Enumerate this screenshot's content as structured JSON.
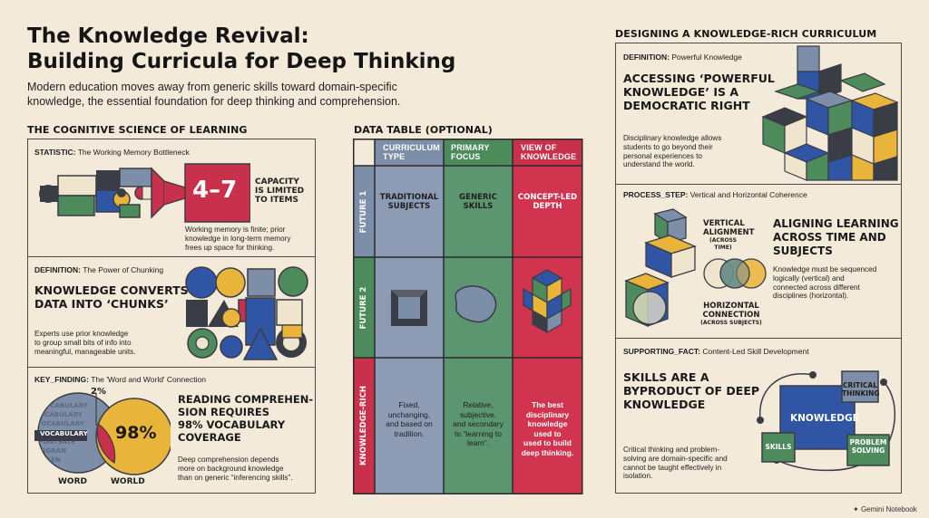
{
  "header": {
    "title_line1": "The Knowledge Revival:",
    "title_line2": "Building Curricula for Deep Thinking",
    "subtitle": "Modern education moves away from generic skills toward domain-specific knowledge, the essential foundation for deep thinking and comprehension."
  },
  "left": {
    "section_title": "THE COGNITIVE SCIENCE OF LEARNING",
    "statistic": {
      "tag": "STATISTIC:",
      "label": "The Working Memory Bottleneck",
      "number": "4–7",
      "capacity_l1": "CAPACITY",
      "capacity_l2": "IS LIMITED",
      "capacity_l3": "TO ITEMS",
      "body_l1": "Working memory is finite; prior",
      "body_l2": "knowledge in long-term memory",
      "body_l3": "frees up space for thinking."
    },
    "definition": {
      "tag": "DEFINITION:",
      "label": "The Power of Chunking",
      "head_l1": "KNOWLEDGE CONVERTS",
      "head_l2": "DATA INTO ‘CHUNKS’",
      "body_l1": "Experts use prior knowledge",
      "body_l2": "to group small bits of info into",
      "body_l3": "meaningful, manageable units."
    },
    "key_finding": {
      "tag": "KEY_FINDING:",
      "label": "The 'Word and World' Connection",
      "pct_small": "2%",
      "pct_big": "98%",
      "vocab_word": "VOCABULARY",
      "word_label": "WORD",
      "world_label": "WORLD",
      "head_l1": "READING COMPREHEN-",
      "head_l2": "SION REQUIRES",
      "head_l3": "98% VOCABULARY",
      "head_l4": "COVERAGE",
      "body_l1": "Deep comprehension depends",
      "body_l2": "more on background knowledge",
      "body_l3": "than on generic “inferencing skills”."
    }
  },
  "middle": {
    "section_title": "DATA TABLE (OPTIONAL)",
    "columns": [
      {
        "l1": "CURRICULUM",
        "l2": "TYPE"
      },
      {
        "l1": "PRIMARY",
        "l2": "FOCUS"
      },
      {
        "l1": "VIEW OF",
        "l2": "KNOWLEDGE"
      }
    ],
    "rows": [
      {
        "label": "FUTURE 1",
        "c1_l1": "TRADITIONAL",
        "c1_l2": "SUBJECTS",
        "c2_l1": "GENERIC",
        "c2_l2": "SKILLS",
        "c3_l1": "CONCEPT-LED",
        "c3_l2": "DEPTH"
      },
      {
        "label": "FUTURE 2"
      },
      {
        "label": "KNOWLEDGE-RICH"
      }
    ],
    "row3": {
      "c1": [
        "Fixed,",
        "unchanging,",
        "and based on",
        "tradition."
      ],
      "c2": [
        "Relative,",
        "subjective,",
        "and secondary",
        "to “learning to",
        "learn”."
      ],
      "c3": [
        "The best",
        "disciplinary",
        "knowledge",
        "used to",
        "used to build",
        "deep thinking."
      ]
    }
  },
  "right": {
    "section_title": "DESIGNING A KNOWLEDGE-RICH CURRICULUM",
    "definition": {
      "tag": "DEFINITION:",
      "label": "Powerful Knowledge",
      "head_l1": "ACCESSING ‘POWERFUL",
      "head_l2": "KNOWLEDGE’ IS A",
      "head_l3": "DEMOCRATIC RIGHT",
      "body_l1": "Disciplinary knowledge allows",
      "body_l2": "students to go beyond their",
      "body_l3": "personal experiences to",
      "body_l4": "understand the world."
    },
    "process": {
      "tag": "PROCESS_STEP:",
      "label": "Vertical and Horizontal Coherence",
      "vertical_l1": "VERTICAL",
      "vertical_l2": "ALIGNMENT",
      "vertical_sub": "(ACROSS TIME)",
      "horizontal_l1": "HORIZONTAL",
      "horizontal_l2": "CONNECTION",
      "horizontal_sub": "(ACROSS SUBJECTS)",
      "head_l1": "ALIGNING LEARNING",
      "head_l2": "ACROSS TIME AND",
      "head_l3": "SUBJECTS",
      "body_l1": "Knowledge must be sequenced",
      "body_l2": "logically (vertical) and",
      "body_l3": "connected across different",
      "body_l4": "disciplines (horizontal)."
    },
    "supporting": {
      "tag": "SUPPORTING_FACT:",
      "label": "Content-Led Skill Development",
      "head_l1": "SKILLS ARE A",
      "head_l2": "BYPRODUCT OF DEEP",
      "head_l3": "KNOWLEDGE",
      "body_l1": "Critical thinking and problem-",
      "body_l2": "solving are domain-specific and",
      "body_l3": "cannot be taught effectively in",
      "body_l4": "isolation.",
      "knowledge": "KNOWLEDGE",
      "critical_l1": "CRITICAL",
      "critical_l2": "THINKING",
      "skills": "SKILLS",
      "problem_l1": "PROBLEM",
      "problem_l2": "SOLVING"
    }
  },
  "footer": {
    "brand": "Gemini Notebook"
  },
  "colors": {
    "red": "#c8304b",
    "navy": "#2f55a4",
    "green": "#4d8a5c",
    "slate": "#7d8fa8",
    "yellow": "#e8b43a",
    "cream": "#efe4cc",
    "dark": "#3a3d45",
    "bg": "#f3ead9"
  }
}
